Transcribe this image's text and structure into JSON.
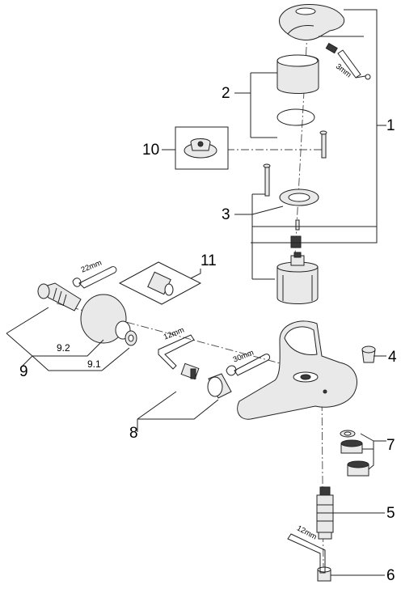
{
  "callouts": {
    "c1": "1",
    "c2": "2",
    "c3": "3",
    "c4": "4",
    "c5": "5",
    "c6": "6",
    "c7": "7",
    "c8": "8",
    "c9": "9",
    "c9_1": "9.1",
    "c9_2": "9.2",
    "c10": "10",
    "c11": "11"
  },
  "tool_sizes": {
    "hex_key_top": "3mm",
    "spanner_22": "22mm",
    "hex_key_12_middle": "12mm",
    "spanner_30": "30mm",
    "hex_key_12_bottom": "12mm"
  },
  "colors": {
    "line": "#222222",
    "part_fill": "#e9e9e9",
    "dark_fill": "#3a3a3a"
  }
}
